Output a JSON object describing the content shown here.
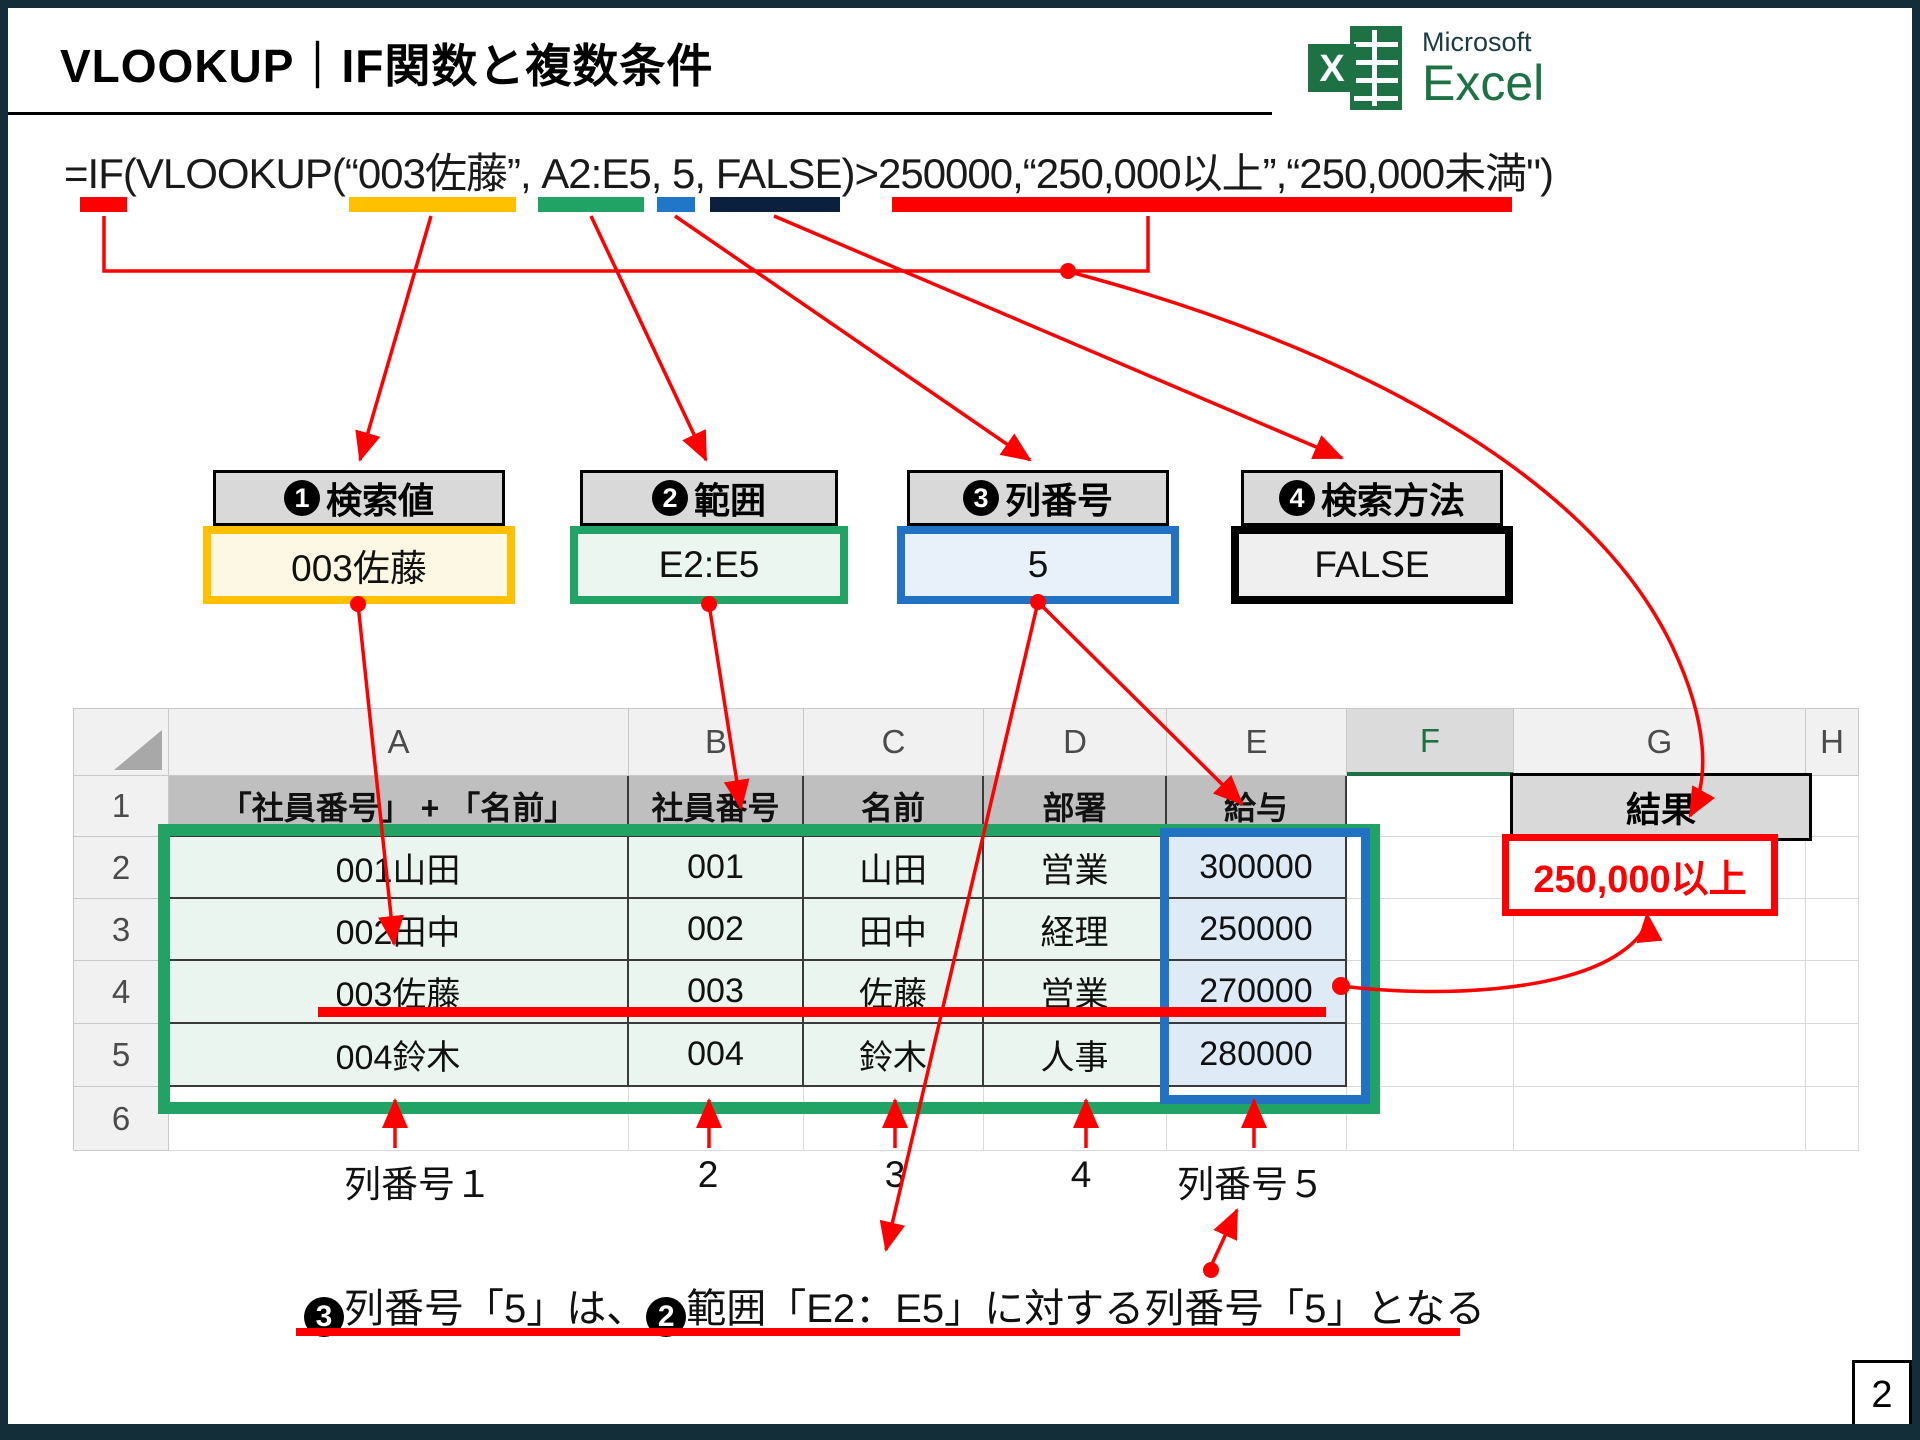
{
  "slide": {
    "title": "VLOOKUP｜IF関数と複数条件",
    "page_number": "2"
  },
  "logo": {
    "brand_top": "Microsoft",
    "brand_bottom": "Excel",
    "icon_letter": "X"
  },
  "formula": {
    "text": "=IF(VLOOKUP(“003佐藤”, A2:E5, 5, FALSE)>250000,“250,000以上”,“250,000未満\")"
  },
  "params": [
    {
      "num": "1",
      "label": "検索値",
      "value": "003佐藤"
    },
    {
      "num": "2",
      "label": "範囲",
      "value": "E2:E5"
    },
    {
      "num": "3",
      "label": "列番号",
      "value": "5"
    },
    {
      "num": "4",
      "label": "検索方法",
      "value": "FALSE"
    }
  ],
  "sheet": {
    "col_letters": [
      "A",
      "B",
      "C",
      "D",
      "E",
      "F",
      "G",
      "H"
    ],
    "row_numbers": [
      "1",
      "2",
      "3",
      "4",
      "5",
      "6"
    ],
    "headers": {
      "a": "「社員番号」 + 「名前」",
      "b": "社員番号",
      "c": "名前",
      "d": "部署",
      "e": "給与",
      "result": "結果"
    },
    "rows": [
      [
        "001山田",
        "001",
        "山田",
        "営業",
        "300000"
      ],
      [
        "002田中",
        "002",
        "田中",
        "経理",
        "250000"
      ],
      [
        "003佐藤",
        "003",
        "佐藤",
        "営業",
        "270000"
      ],
      [
        "004鈴木",
        "004",
        "鈴木",
        "人事",
        "280000"
      ]
    ],
    "result_value": "250,000以上"
  },
  "labels": {
    "col1": "列番号１",
    "col2": "2",
    "col3": "3",
    "col4": "4",
    "col5": "列番号５"
  },
  "caption": {
    "badge1": "3",
    "text1": "列番号「5」は、",
    "badge2": "2",
    "text2": "範囲「E2：E5」に対する列番号「5」となる"
  },
  "colors": {
    "red": "#FF0000",
    "yellow": "#FFC000",
    "green": "#21A366",
    "blue": "#2272C4",
    "navy": "#0B1F3E",
    "excel_green": "#1E7145",
    "frame": "#132E38",
    "param_header_bg": "#D9D9D9",
    "table_header_bg": "#BFBFBF",
    "range_bg_green": "#EAF5EF",
    "range_bg_blue": "#DEEBF7"
  }
}
